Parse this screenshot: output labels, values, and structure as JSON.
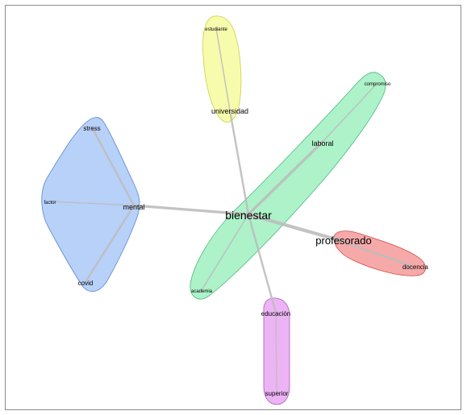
{
  "diagram": {
    "type": "co-word-network",
    "clusters": [
      {
        "id": "c1",
        "color": "#aac9f8",
        "stroke": "#5b86cc",
        "members": [
          "stress",
          "factor",
          "mental",
          "covid"
        ]
      },
      {
        "id": "c2",
        "color": "#f6fb9e",
        "stroke": "#c7cf4a",
        "members": [
          "estudiante",
          "universidad"
        ]
      },
      {
        "id": "c3",
        "color": "#9ff0c0",
        "stroke": "#49b97a",
        "members": [
          "compromiso",
          "laboral",
          "bienestar",
          "academia"
        ]
      },
      {
        "id": "c4",
        "color": "#f59a9a",
        "stroke": "#d24848",
        "members": [
          "profesorado",
          "docencia"
        ]
      },
      {
        "id": "c5",
        "color": "#eaa7f3",
        "stroke": "#a85cb8",
        "members": [
          "educación",
          "superior"
        ]
      }
    ],
    "nodes": [
      {
        "id": "bienestar",
        "label": "bienestar"
      },
      {
        "id": "profesorado",
        "label": "profesorado"
      },
      {
        "id": "docencia",
        "label": "docencia"
      },
      {
        "id": "laboral",
        "label": "laboral"
      },
      {
        "id": "compromiso",
        "label": "compromiso"
      },
      {
        "id": "academia",
        "label": "academia"
      },
      {
        "id": "universidad",
        "label": "universidad"
      },
      {
        "id": "estudiante",
        "label": "estudiante"
      },
      {
        "id": "mental",
        "label": "mental"
      },
      {
        "id": "stress",
        "label": "stress"
      },
      {
        "id": "factor",
        "label": "factor"
      },
      {
        "id": "covid",
        "label": "covid"
      },
      {
        "id": "educacion",
        "label": "educación"
      },
      {
        "id": "superior",
        "label": "superior"
      }
    ],
    "edges": [
      {
        "from": "bienestar",
        "to": "profesorado",
        "weight": 4
      },
      {
        "from": "bienestar",
        "to": "mental",
        "weight": 3
      },
      {
        "from": "bienestar",
        "to": "laboral",
        "weight": 3
      },
      {
        "from": "bienestar",
        "to": "universidad",
        "weight": 2
      },
      {
        "from": "bienestar",
        "to": "educacion",
        "weight": 2
      },
      {
        "from": "bienestar",
        "to": "academia",
        "weight": 1
      },
      {
        "from": "laboral",
        "to": "compromiso",
        "weight": 1
      },
      {
        "from": "universidad",
        "to": "estudiante",
        "weight": 1
      },
      {
        "from": "profesorado",
        "to": "docencia",
        "weight": 2
      },
      {
        "from": "mental",
        "to": "stress",
        "weight": 2
      },
      {
        "from": "mental",
        "to": "factor",
        "weight": 1
      },
      {
        "from": "mental",
        "to": "covid",
        "weight": 2
      },
      {
        "from": "educacion",
        "to": "superior",
        "weight": 1
      }
    ]
  }
}
